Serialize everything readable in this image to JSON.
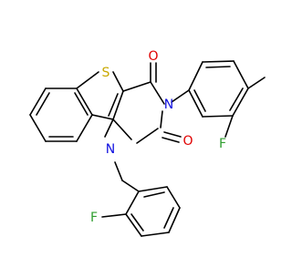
{
  "molecule": {
    "atoms": [
      {
        "id": "S1",
        "label": "S"
      },
      {
        "id": "O1",
        "label": "O"
      },
      {
        "id": "O2",
        "label": "O"
      },
      {
        "id": "N1",
        "label": "N"
      },
      {
        "id": "N2",
        "label": "N"
      },
      {
        "id": "F1",
        "label": "F"
      },
      {
        "id": "F2",
        "label": "F"
      }
    ]
  },
  "colors": {
    "S": "#c8a800",
    "O": "#e00000",
    "N": "#1010e0",
    "F": "#2f9e2f",
    "bond": "#000000"
  }
}
